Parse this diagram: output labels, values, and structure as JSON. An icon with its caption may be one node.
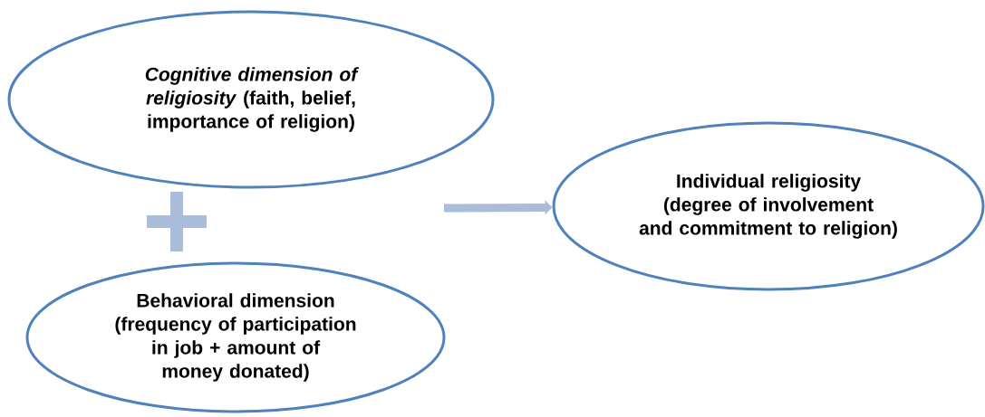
{
  "diagram": {
    "nodes": [
      {
        "text": [
          "*Cognitive dimension of religiosity* (faith, belief, importance of religion)"
        ]
      },
      {
        "text": [
          "Behavioral dimension (frequency of participation in job + amount of money donated)"
        ]
      },
      {
        "text": [
          "Individual religiosity (degree of involvement and commitment to religion)"
        ]
      }
    ],
    "edges": [
      {
        "from": null,
        "to": 2,
        "arrow": "to",
        "color": "#a9bcd9"
      }
    ]
  }
}
